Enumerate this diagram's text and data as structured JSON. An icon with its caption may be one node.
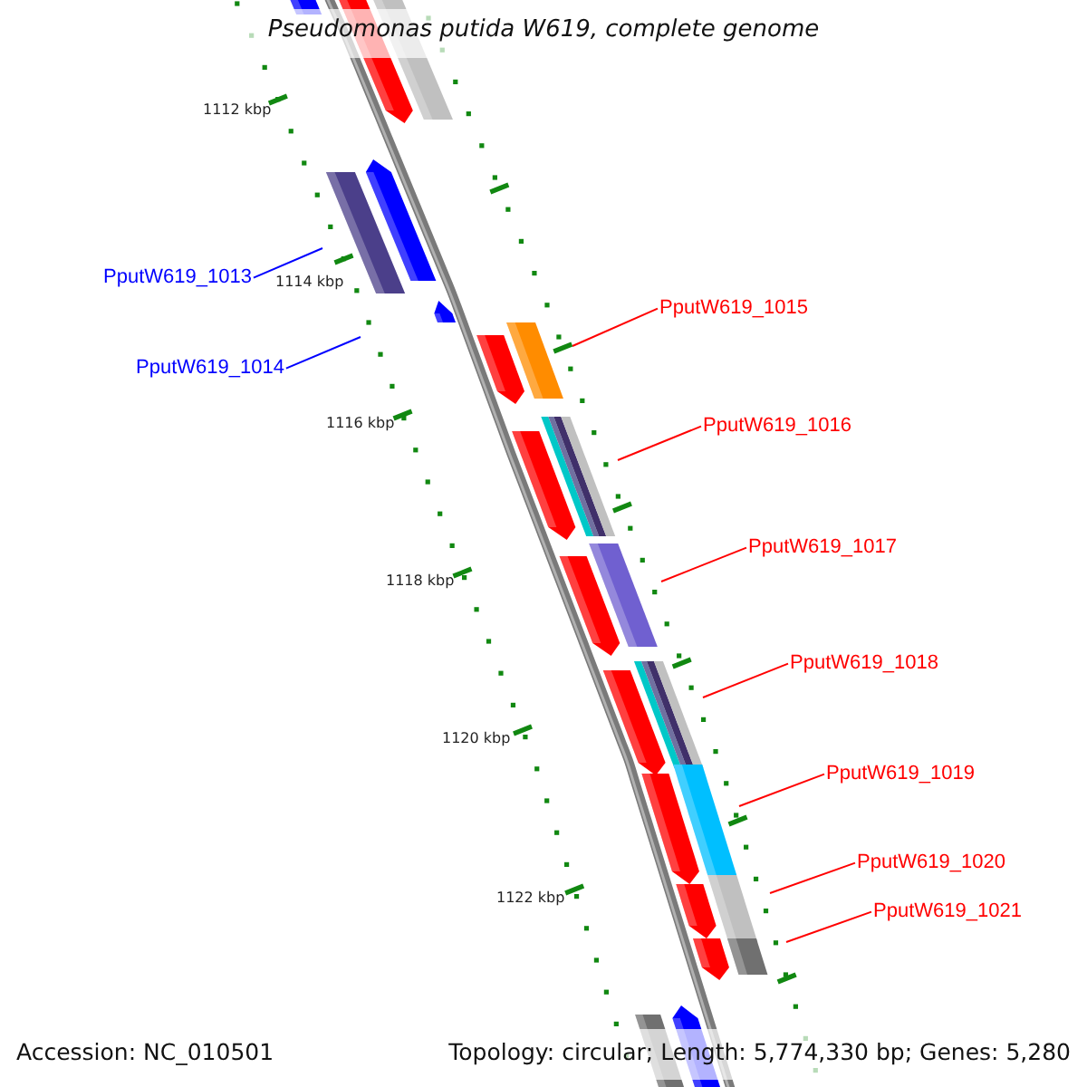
{
  "diagram": {
    "title": "Pseudomonas putida W619, complete genome",
    "nodes": [
      {
        "text": [
          "PputW619_1013"
        ]
      },
      {
        "text": [
          "PputW619_1014"
        ]
      },
      {
        "text": [
          "PputW619_1015"
        ]
      },
      {
        "text": [
          "PputW619_1016"
        ]
      },
      {
        "text": [
          "PputW619_1017"
        ]
      },
      {
        "text": [
          "PputW619_1018"
        ]
      },
      {
        "text": [
          "PputW619_1019"
        ]
      },
      {
        "text": [
          "PputW619_1020"
        ]
      },
      {
        "text": [
          "PputW619_1021"
        ]
      }
    ],
    "edges": [
      {
        "from": 0,
        "to": null,
        "arrow": "none",
        "color": "#0000ff"
      },
      {
        "from": 1,
        "to": null,
        "arrow": "none",
        "color": "#0000ff"
      },
      {
        "from": 2,
        "to": null,
        "arrow": "none"
      },
      {
        "from": 3,
        "to": null,
        "arrow": "none"
      },
      {
        "from": 4,
        "to": null,
        "arrow": "none"
      },
      {
        "from": 5,
        "to": null,
        "arrow": "none"
      },
      {
        "from": 6,
        "to": null,
        "arrow": "none"
      },
      {
        "from": 7,
        "to": null,
        "arrow": "none"
      },
      {
        "from": 8,
        "to": null,
        "arrow": "none"
      }
    ],
    "labels": [
      "1112 kbp",
      "1114 kbp",
      "1116 kbp",
      "1118 kbp",
      "1120 kbp",
      "1122 kbp",
      "Accession: NC_010501",
      "Topology: circular; Length: 5,774,330 bp; Genes: 5,280"
    ]
  }
}
